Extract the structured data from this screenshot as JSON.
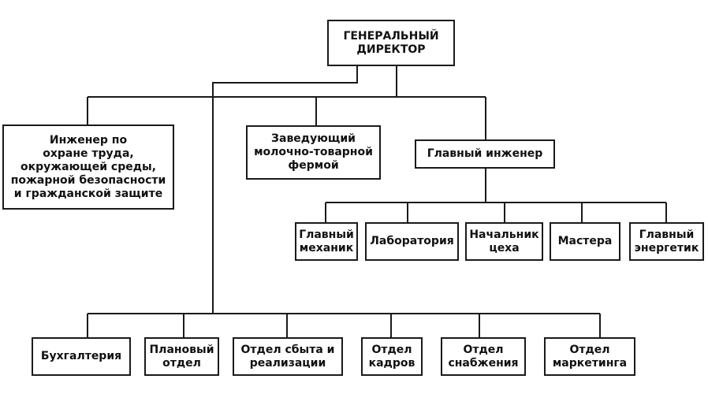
{
  "diagram": {
    "colors": {
      "line": "#1a1a1a",
      "text": "#111111",
      "background": "#ffffff"
    },
    "nodes": {
      "ceo": "ГЕНЕРАЛЬНЫЙ\nДИРЕКТОР",
      "safety_engineer": "Инженер по\nохране труда,\nокружающей   среды,\nпожарной безопасности\nи гражданской защите",
      "dairy_farm_head": "Заведующий\nмолочно-товарной\nфермой",
      "chief_engineer": "Главный инженер",
      "chief_mechanic": "Главный\nмеханик",
      "laboratory": "Лаборатория",
      "shop_head": "Начальник\nцеха",
      "foremen": "Мастера",
      "chief_power_engineer": "Главный\nэнергетик",
      "accounting": "Бухгалтерия",
      "planning_dept": "Плановый\nотдел",
      "sales_dept": "Отдел сбыта и\nреализации",
      "hr_dept": "Отдел\nкадров",
      "supply_dept": "Отдел\nснабжения",
      "marketing_dept": "Отдел\nмаркетинга"
    }
  }
}
